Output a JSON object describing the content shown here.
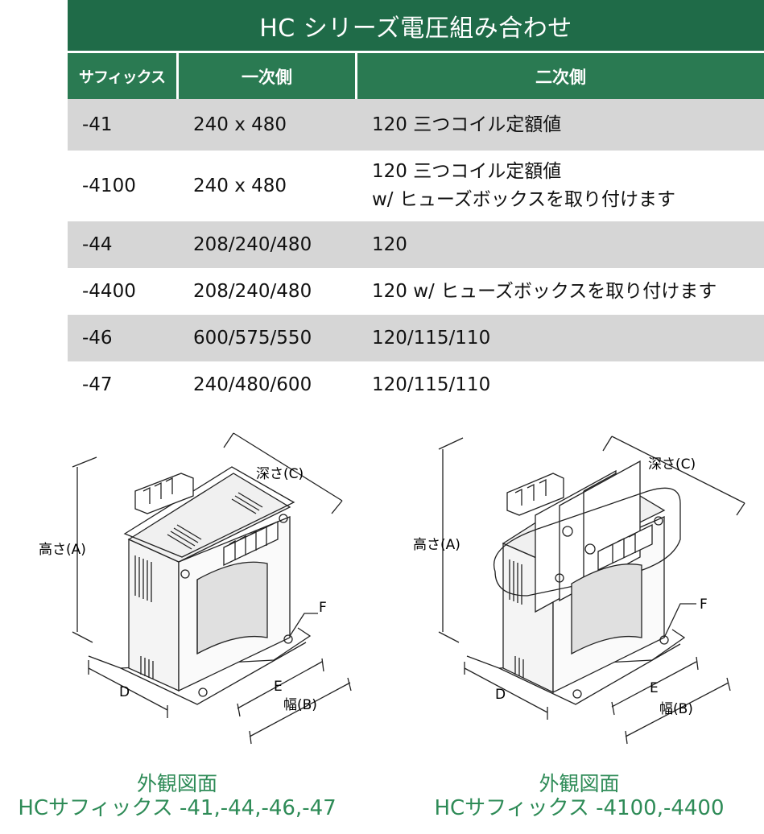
{
  "colors": {
    "dark": "#1f6b48",
    "mid": "#2a7a52",
    "shade": "#d6d6d6",
    "caption": "#2e8b57"
  },
  "table": {
    "title": "HC シリーズ電圧組み合わせ",
    "headers": {
      "suffix": "サフィックス",
      "primary": "一次側",
      "secondary": "二次側"
    },
    "rows": [
      {
        "suffix": "-41",
        "primary": "240 x 480",
        "secondary": [
          "120 三つコイル定額値"
        ]
      },
      {
        "suffix": "-4100",
        "primary": "240 x 480",
        "secondary": [
          "120 三つコイル定額値",
          "w/ ヒューズボックスを取り付けます"
        ]
      },
      {
        "suffix": "-44",
        "primary": "208/240/480",
        "secondary": [
          "120"
        ]
      },
      {
        "suffix": "-4400",
        "primary": "208/240/480",
        "secondary": [
          "120 w/ ヒューズボックスを取り付けます"
        ]
      },
      {
        "suffix": "-46",
        "primary": "600/575/550",
        "secondary": [
          "120/115/110"
        ]
      },
      {
        "suffix": "-47",
        "primary": "240/480/600",
        "secondary": [
          "120/115/110"
        ]
      }
    ]
  },
  "drawings": {
    "left": {
      "labels": {
        "depth": "深さ(C)",
        "height": "高さ(A)",
        "d": "D",
        "e": "E",
        "width": "幅(B)",
        "f": "F"
      },
      "caption": [
        "外観図面",
        "HCサフィックス -41,-44,-46,-47"
      ]
    },
    "right": {
      "labels": {
        "depth": "深さ(C)",
        "height": "高さ(A)",
        "d": "D",
        "e": "E",
        "width": "幅(B)",
        "f": "F"
      },
      "caption": [
        "外観図面",
        "HCサフィックス -4100,-4400"
      ]
    }
  }
}
